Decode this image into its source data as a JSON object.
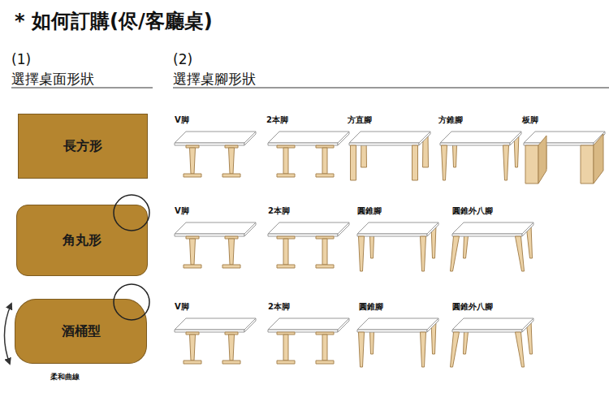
{
  "diagram": {
    "title": "* 如何訂購(侭/客廳桌)",
    "nodes": [
      {
        "text": [
          "長方形"
        ]
      },
      {
        "text": [
          "角丸形"
        ]
      },
      {
        "text": [
          "酒桶型"
        ]
      }
    ],
    "labels": [
      "(1)",
      "選擇桌面形狀",
      "(2)",
      "選擇桌腳形狀",
      "V脚",
      "2本脚",
      "方直腳",
      "方錐腳",
      "板脚",
      "V脚",
      "2本脚",
      "圓錐腳",
      "圓錐外八腳",
      "V脚",
      "2本脚",
      "圓錐腳",
      "圓錐外八腳",
      "柔和曲線"
    ]
  }
}
